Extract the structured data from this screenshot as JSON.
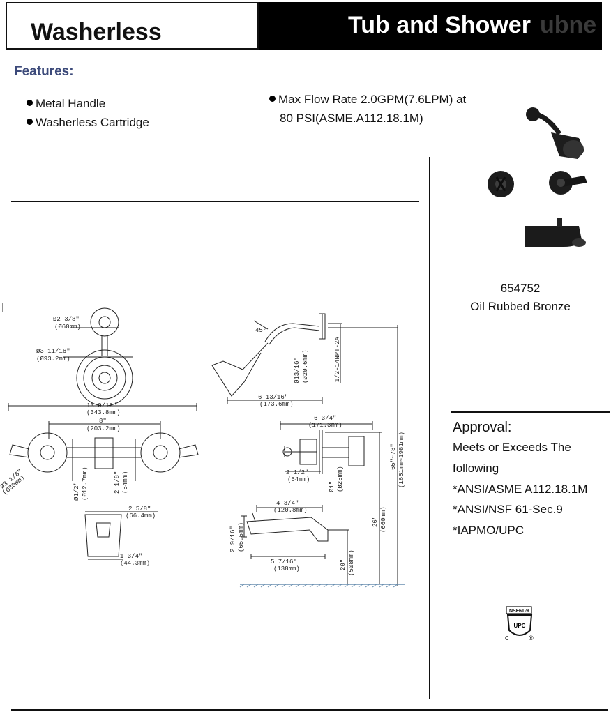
{
  "header": {
    "left_title": "Washerless",
    "right_title": "Tub and Shower",
    "right_ghost": "ubne"
  },
  "features": {
    "heading": "Features:",
    "left": [
      "Metal Handle",
      "Washerless Cartridge"
    ],
    "right": [
      "Max Flow Rate 2.0GPM(7.6LPM) at",
      "80 PSI(ASME.A112.18.1M)"
    ]
  },
  "product": {
    "number": "654752",
    "finish": "Oil Rubbed Bronze"
  },
  "approval": {
    "title": "Approval:",
    "lines": [
      "Meets or Exceeds The",
      "following",
      "*ANSI/ASME A112.18.1M",
      "*ANSI/NSF 61-Sec.9",
      "*IAPMO/UPC"
    ]
  },
  "cert_mark": {
    "nsf": "NSF61-9",
    "upc": "UPC",
    "c": "C",
    "r": "®"
  },
  "dimensions": {
    "head_arm_dia": "Ø2 3/8\"",
    "head_arm_dia_mm": "(Ø60mm)",
    "head_dia": "Ø3 11/16\"",
    "head_dia_mm": "(Ø93.2mm)",
    "overall_width": "13 9/16\"",
    "overall_width_mm": "(343.8mm)",
    "centers": "8\"",
    "centers_mm": "(203.2mm)",
    "escutcheon": "Ø3 1/8\"",
    "escutcheon_mm": "(Ø80mm)",
    "stem": "Ø1/2\"",
    "stem_mm": "(Ø12.7mm)",
    "valve_h": "2 1/8\"",
    "valve_h_mm": "(54mm)",
    "spout_w": "2 5/8\"",
    "spout_w_mm": "(66.4mm)",
    "spout_d": "1 3/4\"",
    "spout_d_mm": "(44.3mm)",
    "angle": "45°",
    "arm_dia": "Ø13/16\"",
    "arm_dia_mm": "(Ø20.6mm)",
    "npt": "1/2-14NPT-2A",
    "arm_reach": "6 13/16\"",
    "arm_reach_mm": "(173.6mm)",
    "valve_depth": "6 3/4\"",
    "valve_depth_mm": "(171.3mm)",
    "valve_body": "2 1/2\"",
    "valve_body_mm": "(64mm)",
    "port": "Ø1\"",
    "port_mm": "(Ø25mm)",
    "head_height": "65\"~78\"",
    "head_height_mm": "(1651mm~1981mm)",
    "spout_reach": "4 3/4\"",
    "spout_reach_mm": "(120.8mm)",
    "spout_h": "2 9/16\"",
    "spout_h_mm": "(65.5mm)",
    "spout_len": "5 7/16\"",
    "spout_len_mm": "(138mm)",
    "valve_height": "26\"",
    "valve_height_mm": "(660mm)",
    "spout_height": "20\"",
    "spout_height_mm": "(508mm)"
  }
}
